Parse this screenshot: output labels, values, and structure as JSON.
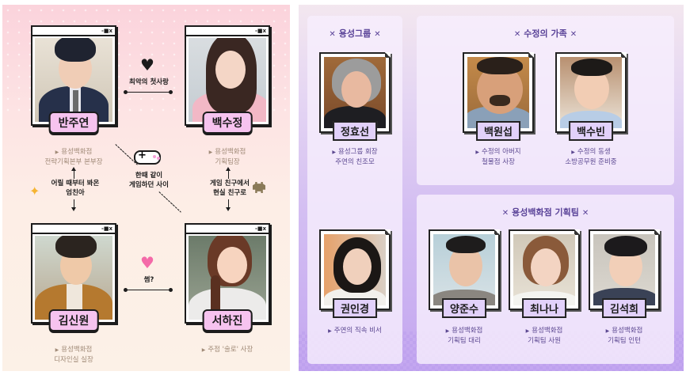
{
  "left_panel": {
    "characters": [
      {
        "name": "반주연",
        "desc_line1": "용성백화점",
        "desc_line2": "전략기획본부 본부장",
        "window_controls": "-■x"
      },
      {
        "name": "백수정",
        "desc_line1": "용성백화점",
        "desc_line2": "기획팀장",
        "window_controls": "-■x"
      },
      {
        "name": "김신원",
        "desc_line1": "용성백화점",
        "desc_line2": "디자인실 실장",
        "window_controls": "-■x"
      },
      {
        "name": "서하진",
        "desc_line1": "주점 '술로' 사장",
        "desc_line2": "",
        "window_controls": "-■x"
      }
    ],
    "relations": {
      "top": "최악의 첫사랑",
      "left_line1": "어릴 때부터 봐온",
      "left_line2": "엄친아",
      "center_line1": "한때 같이",
      "center_line2": "게임하던 사이",
      "right_line1": "게임 친구에서",
      "right_line2": "현실 친구로",
      "bottom": "썸?"
    },
    "icons": {
      "heart_top": "♥",
      "heart_bottom": "♥",
      "sparkle": "✦",
      "triangle": "▶"
    },
    "colors": {
      "name_tag": "#f6c3ef",
      "heart_bottom": "#f46aa8",
      "desc_text": "#a08a77"
    }
  },
  "right_panel": {
    "groups": [
      {
        "title": "용성그룹",
        "members": [
          {
            "name": "정효선",
            "desc_line1": "용성그룹 회장",
            "desc_line2": "주연의 친조모"
          },
          {
            "name": "권인경",
            "desc_line1": "주연의 직속 비서",
            "desc_line2": ""
          }
        ]
      },
      {
        "title": "수정의 가족",
        "members": [
          {
            "name": "백원섭",
            "desc_line1": "수정의 아버지",
            "desc_line2": "철물점 사장"
          },
          {
            "name": "백수빈",
            "desc_line1": "수정의 동생",
            "desc_line2": "소방공무원 준비중"
          }
        ]
      },
      {
        "title": "용성백화점 기획팀",
        "members": [
          {
            "name": "양준수",
            "desc_line1": "용성백화점",
            "desc_line2": "기획팀 대리"
          },
          {
            "name": "최나나",
            "desc_line1": "용성백화점",
            "desc_line2": "기획팀 사원"
          },
          {
            "name": "김석희",
            "desc_line1": "용성백화점",
            "desc_line2": "기획팀 인턴"
          }
        ]
      }
    ],
    "title_icon": "✕",
    "colors": {
      "title": "#5a4398",
      "name_tag": "#e2d1fa",
      "desc_text": "#5b4790"
    }
  }
}
